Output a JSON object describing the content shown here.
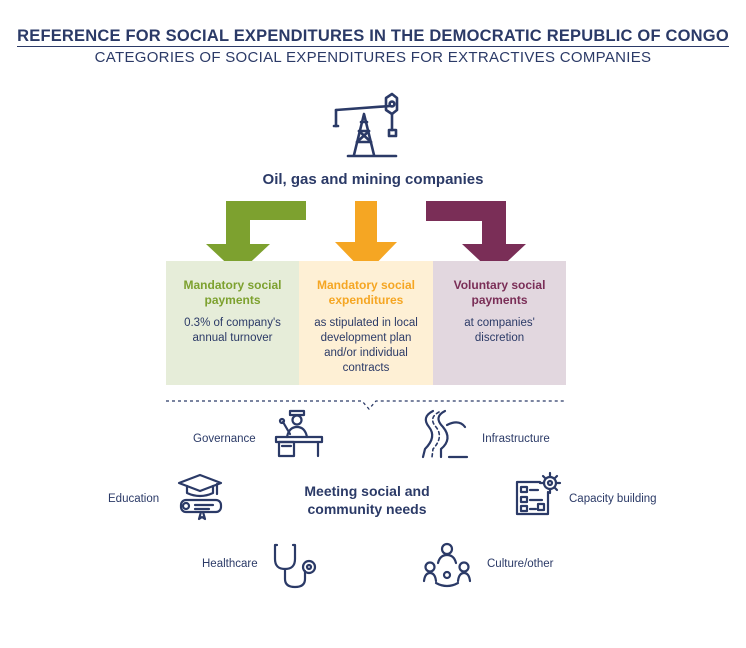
{
  "header": {
    "title": "REFERENCE FOR SOCIAL EXPENDITURES IN THE DEMOCRATIC REPUBLIC OF CONGO",
    "subtitle": "CATEGORIES OF SOCIAL EXPENDITURES FOR EXTRACTIVES COMPANIES"
  },
  "source": {
    "label": "Oil, gas and mining companies",
    "icon": "oil-pump-jack-icon"
  },
  "categories": [
    {
      "heading": "Mandatory social payments",
      "body": "0.3% of company's annual turnover",
      "color": "#7da12f",
      "bg": "#e6edd9"
    },
    {
      "heading": "Mandatory social expenditures",
      "body": "as stipulated in local development plan and/or individual contracts",
      "color": "#f5a623",
      "bg": "#fef0d5"
    },
    {
      "heading": "Voluntary social payments",
      "body": "at companies' discretion",
      "color": "#7a2e57",
      "bg": "#e2d7df"
    }
  ],
  "center": {
    "label": "Meeting social and community needs"
  },
  "needs": [
    {
      "label": "Governance",
      "icon": "podium-speaker-icon"
    },
    {
      "label": "Infrastructure",
      "icon": "road-icon"
    },
    {
      "label": "Education",
      "icon": "graduation-cap-diploma-icon"
    },
    {
      "label": "Capacity building",
      "icon": "gear-chart-icon"
    },
    {
      "label": "Healthcare",
      "icon": "stethoscope-icon"
    },
    {
      "label": "Culture/other",
      "icon": "people-group-icon"
    }
  ],
  "colors": {
    "navy": "#2b3a67",
    "green": "#7da12f",
    "orange": "#f5a623",
    "purple": "#7a2e57"
  }
}
